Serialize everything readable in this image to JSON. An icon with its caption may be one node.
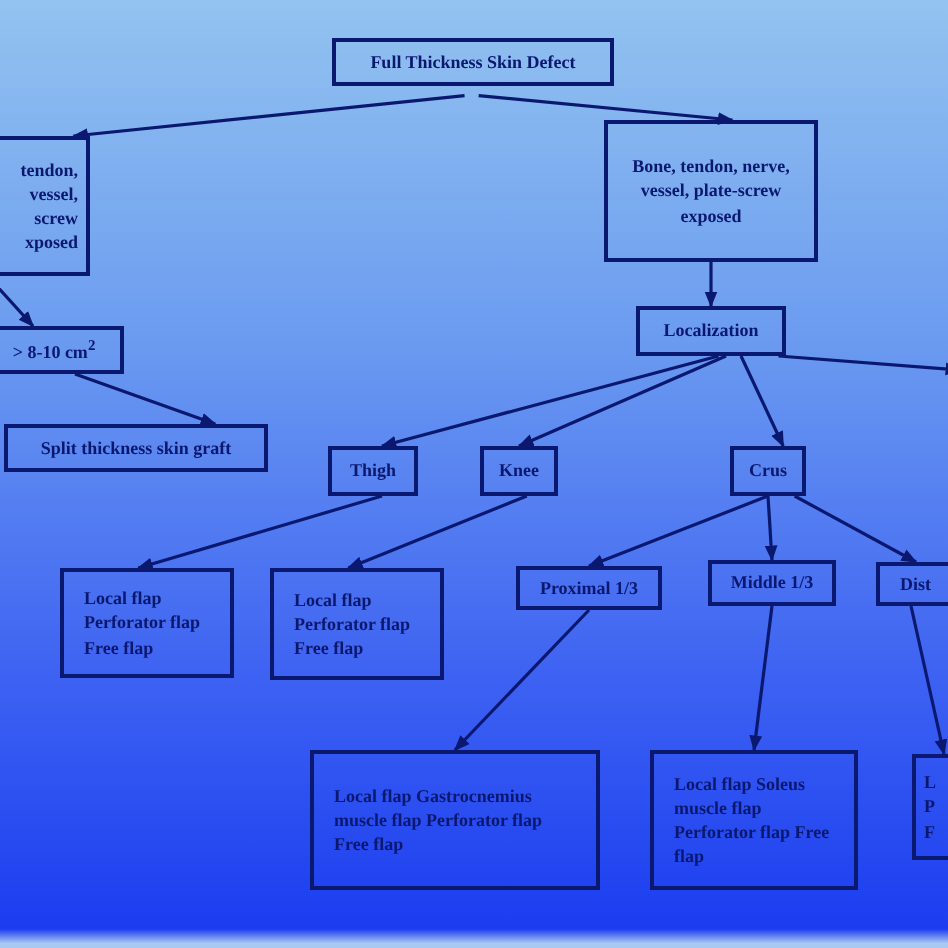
{
  "diagram": {
    "nodes": [
      {
        "text": [
          "Full Thickness Skin Defect"
        ]
      },
      {
        "text": [
          "tendon, vessel, screw xposed"
        ]
      },
      {
        "text": [
          "Bone, tendon, nerve, vessel, plate-screw exposed"
        ]
      },
      {
        "text": [
          "Localization"
        ]
      },
      {
        "text": [
          "> 8-10 cm$^{2}$"
        ]
      },
      {
        "text": [
          "Split thickness skin graft"
        ]
      },
      {
        "text": [
          "Thigh"
        ]
      },
      {
        "text": [
          "Knee"
        ]
      },
      {
        "text": [
          "Crus"
        ]
      },
      {
        "text": [
          "Local flap Perforator flap Free flap"
        ]
      },
      {
        "text": [
          "Local flap Perforator flap Free flap"
        ]
      },
      {
        "text": [
          "Proximal 1/3"
        ]
      },
      {
        "text": [
          "Middle 1/3"
        ]
      },
      {
        "text": [
          "Dist"
        ]
      },
      {
        "text": [
          "Local flap Gastrocnemius muscle flap Perforator flap Free flap"
        ]
      },
      {
        "text": [
          "Local flap Soleus muscle flap Perforator flap Free flap"
        ]
      },
      {
        "text": [
          "L P F"
        ]
      }
    ],
    "edges": [
      {
        "from": 0,
        "to": 1,
        "arrow": "to"
      },
      {
        "from": 0,
        "to": 2,
        "arrow": "to"
      },
      {
        "from": 2,
        "to": 3,
        "arrow": "to"
      },
      {
        "from": 1,
        "to": 4,
        "arrow": "to"
      },
      {
        "from": 4,
        "to": 5,
        "arrow": "to"
      },
      {
        "from": 3,
        "to": 6,
        "arrow": "to"
      },
      {
        "from": 3,
        "to": 7,
        "arrow": "to"
      },
      {
        "from": 3,
        "to": 8,
        "arrow": "to"
      },
      {
        "from": 3,
        "to": null,
        "arrow": "to"
      },
      {
        "from": 6,
        "to": 9,
        "arrow": "to"
      },
      {
        "from": 7,
        "to": 10,
        "arrow": "to"
      },
      {
        "from": 8,
        "to": 11,
        "arrow": "to"
      },
      {
        "from": 8,
        "to": 12,
        "arrow": "to"
      },
      {
        "from": 8,
        "to": 13,
        "arrow": "to"
      },
      {
        "from": 11,
        "to": 14,
        "arrow": "to"
      },
      {
        "from": 12,
        "to": 15,
        "arrow": "to"
      },
      {
        "from": 13,
        "to": 16,
        "arrow": "to"
      }
    ]
  }
}
